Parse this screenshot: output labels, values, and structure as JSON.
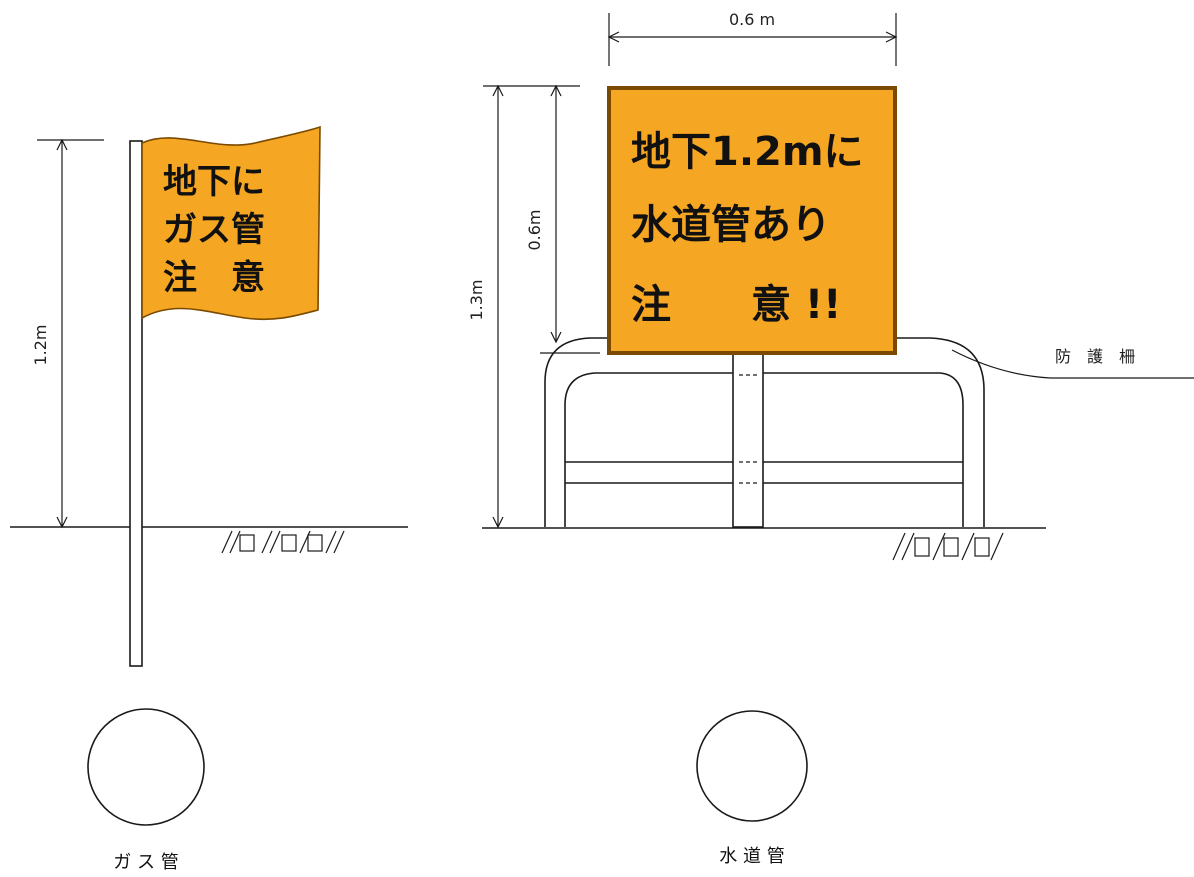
{
  "gas_marker": {
    "flag_lines": [
      "地下に",
      "ガス管",
      "注　意"
    ],
    "height_label": "1.2m",
    "caption": "ガ ス 管"
  },
  "water_marker": {
    "sign_lines": [
      "地下1.2mに",
      "水道管あり",
      "注　　意 !!"
    ],
    "width_label": "0.6 m",
    "sign_height_label": "0.6m",
    "total_height_label": "1.3m",
    "fence_label": "防　護　柵",
    "caption": "水 道 管"
  },
  "colors": {
    "sign_fill": "#F5A623",
    "sign_border": "#7a4a00",
    "line": "#1a1a1a"
  }
}
